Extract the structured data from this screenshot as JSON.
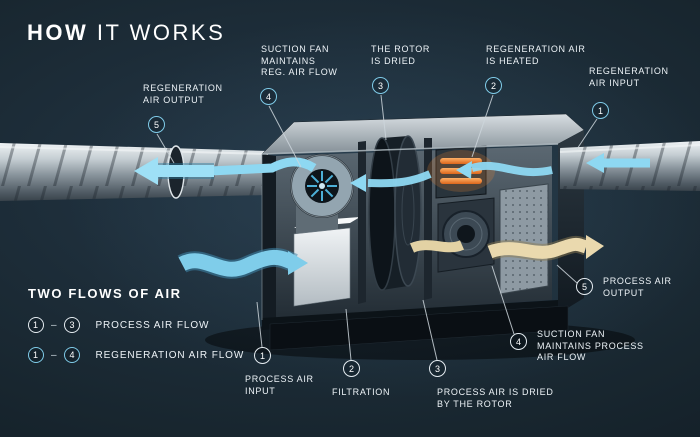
{
  "title": {
    "word1": "HOW",
    "word2": " IT WORKS"
  },
  "reg_flow": [
    {
      "num": "1",
      "label": "REGENERATION\nAIR INPUT"
    },
    {
      "num": "2",
      "label": "REGENERATION AIR\nIS HEATED"
    },
    {
      "num": "3",
      "label": "THE ROTOR\nIS DRIED"
    },
    {
      "num": "4",
      "label": "SUCTION FAN\nMAINTAINS\nREG. AIR FLOW"
    },
    {
      "num": "5",
      "label": "REGENERATION\nAIR OUTPUT"
    }
  ],
  "process_flow": [
    {
      "num": "1",
      "label": "PROCESS AIR\nINPUT"
    },
    {
      "num": "2",
      "label": "FILTRATION"
    },
    {
      "num": "3",
      "label": "PROCESS AIR IS DRIED\nBY THE ROTOR"
    },
    {
      "num": "4",
      "label": "SUCTION FAN\nMAINTAINS PROCESS\nAIR FLOW"
    },
    {
      "num": "5",
      "label": "PROCESS AIR\nOUTPUT"
    }
  ],
  "legend": {
    "title": "TWO FLOWS OF AIR",
    "items": [
      {
        "from": "1",
        "sep": "–",
        "to": "3",
        "label": "PROCESS AIR FLOW"
      },
      {
        "from": "1",
        "sep": "–",
        "to": "4",
        "label": "REGENERATION AIR FLOW"
      }
    ]
  },
  "colors": {
    "background": "#18262f",
    "regeneration_accent": "#7fcbe8",
    "process_accent": "#e4ebf0",
    "regen_arrow": "#8ed8f2",
    "process_in_arrow": "#7fcdea",
    "process_out_arrow": "#ead9ae",
    "heater_orange": "#f08a30"
  }
}
